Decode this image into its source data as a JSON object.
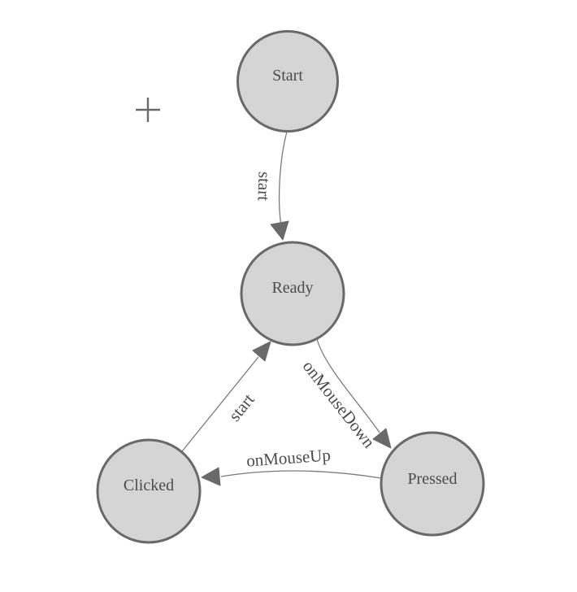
{
  "diagram": {
    "kind": "state-machine",
    "nodes": [
      {
        "id": "start",
        "label": "Start"
      },
      {
        "id": "ready",
        "label": "Ready"
      },
      {
        "id": "clicked",
        "label": "Clicked"
      },
      {
        "id": "pressed",
        "label": "Pressed"
      }
    ],
    "edges": [
      {
        "id": "start-to-ready",
        "from": "start",
        "to": "ready",
        "label": "start"
      },
      {
        "id": "clicked-to-ready",
        "from": "clicked",
        "to": "ready",
        "label": "start"
      },
      {
        "id": "ready-to-pressed",
        "from": "ready",
        "to": "pressed",
        "label": "onMouseDown"
      },
      {
        "id": "pressed-to-clicked",
        "from": "pressed",
        "to": "clicked",
        "label": "onMouseUp"
      }
    ],
    "colors": {
      "background": "#ffffff",
      "node_fill": "#d5d5d5",
      "node_stroke": "#696969",
      "edge_stroke": "#7a7a7a",
      "arrow_fill": "#696969",
      "label_text": "#4c4c4c",
      "cursor": "#6a6a6a"
    },
    "cursor_icon": "plus-crosshair"
  }
}
